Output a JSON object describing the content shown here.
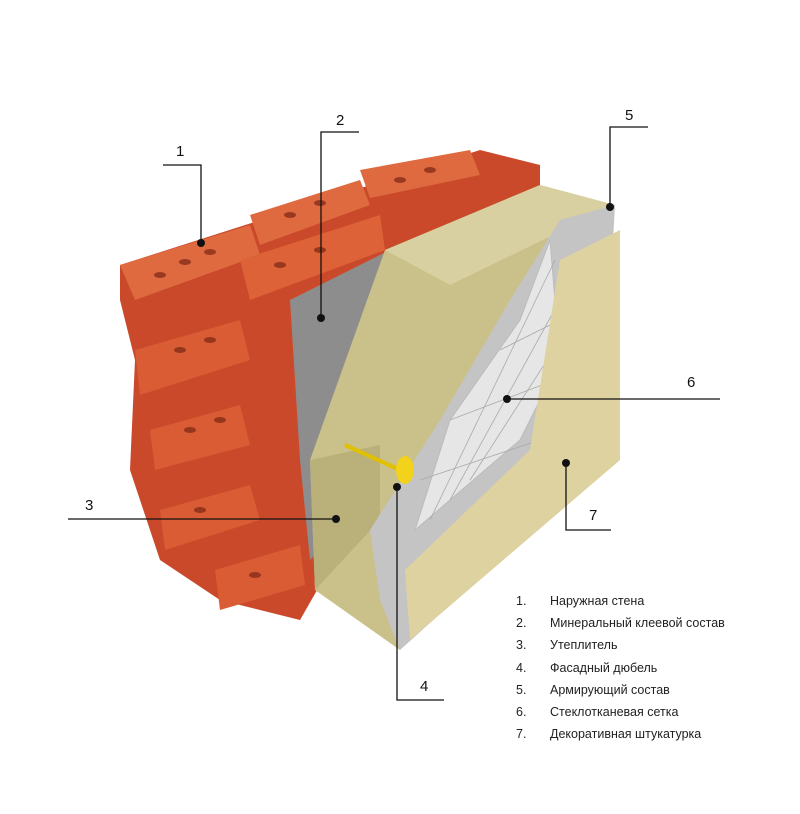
{
  "callouts": [
    "1",
    "2",
    "3",
    "4",
    "5",
    "6",
    "7"
  ],
  "legend": [
    {
      "n": "1.",
      "label": "Наружная стена"
    },
    {
      "n": "2.",
      "label": "Минеральный клеевой состав"
    },
    {
      "n": "3.",
      "label": "Утеплитель"
    },
    {
      "n": "4.",
      "label": "Фасадный дюбель"
    },
    {
      "n": "5.",
      "label": "Армирующий состав"
    },
    {
      "n": "6.",
      "label": "Стеклотканевая сетка"
    },
    {
      "n": "7.",
      "label": "Декоративная штукатурка"
    }
  ],
  "colors": {
    "brick": "#d4552e",
    "adhesive": "#8d8d8d",
    "insulation": "#c9c08a",
    "reinforcing": "#bdbdbd",
    "plaster": "#ddd2a0",
    "dowel": "#f2d21a"
  }
}
